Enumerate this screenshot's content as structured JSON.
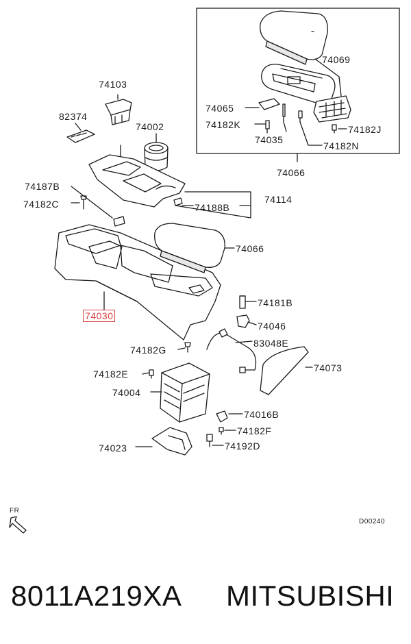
{
  "part_labels": {
    "p74103": "74103",
    "p82374": "82374",
    "p74002": "74002",
    "p74187B": "74187B",
    "p74182C": "74182C",
    "p74114": "74114",
    "p74188B": "74188B",
    "p74066a": "74066",
    "p74030": "74030",
    "p74181B": "74181B",
    "p74046": "74046",
    "p83048E": "83048E",
    "p74073": "74073",
    "p74182G": "74182G",
    "p74182E": "74182E",
    "p74004": "74004",
    "p74016B": "74016B",
    "p74182F": "74182F",
    "p74023": "74023",
    "p74192D": "74192D",
    "p74069": "74069",
    "p74065": "74065",
    "p74182K": "74182K",
    "p74035": "74035",
    "p74182J": "74182J",
    "p74182N": "74182N",
    "p74066b": "74066"
  },
  "direction_label": "FR",
  "diagram_code": "D00240",
  "footer": {
    "part_number": "8011A219XA",
    "brand": "MITSUBISHI"
  },
  "colors": {
    "highlight": "#d94040",
    "line": "#1a1a1a"
  }
}
